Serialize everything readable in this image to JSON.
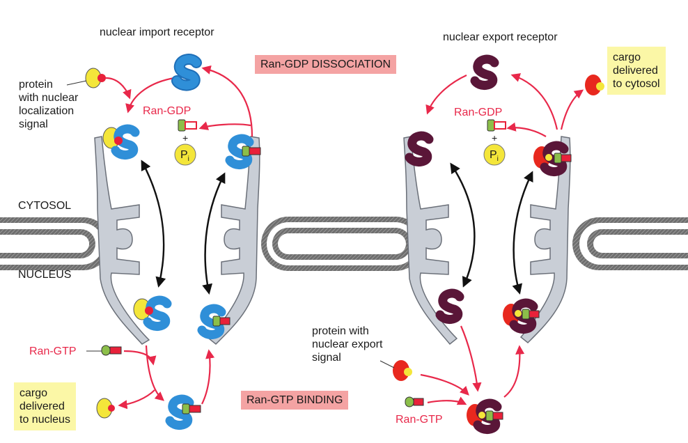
{
  "labels": {
    "nuclear_import_receptor": "nuclear import receptor",
    "nuclear_export_receptor": "nuclear export receptor",
    "protein_nls": "protein\nwith nuclear\nlocalization\nsignal",
    "protein_nes": "protein with\nnuclear export\nsignal",
    "cytosol": "CYTOSOL",
    "nucleus": "NUCLEUS",
    "ran_gdp_left": "Ran-GDP",
    "ran_gdp_right": "Ran-GDP",
    "ran_gtp_left": "Ran-GTP",
    "ran_gtp_right": "Ran-GTP",
    "pi_left": "P",
    "pi_right": "P",
    "pi_sub": "i",
    "plus": "+"
  },
  "boxes": {
    "ran_gdp_dissociation": "Ran-GDP DISSOCIATION",
    "ran_gtp_binding": "Ran-GTP BINDING",
    "cargo_nucleus": "cargo\ndelivered\nto nucleus",
    "cargo_cytosol": "cargo\ndelivered\nto cytosol"
  },
  "colors": {
    "import_receptor": "#2f8fd8",
    "export_receptor": "#5a1638",
    "cargo_nls": "#f4e63a",
    "nls_signal": "#e8213a",
    "cargo_nes": "#e8281e",
    "nes_signal": "#f4e63a",
    "ran": "#8cbf4a",
    "gtp": "#e8213a",
    "arrow": "#e8284a",
    "pore": "#c9ced6",
    "envelope": "#5a5a5a",
    "salmon_box": "#f4a3a3",
    "yellow_box": "#fbf7a6"
  }
}
